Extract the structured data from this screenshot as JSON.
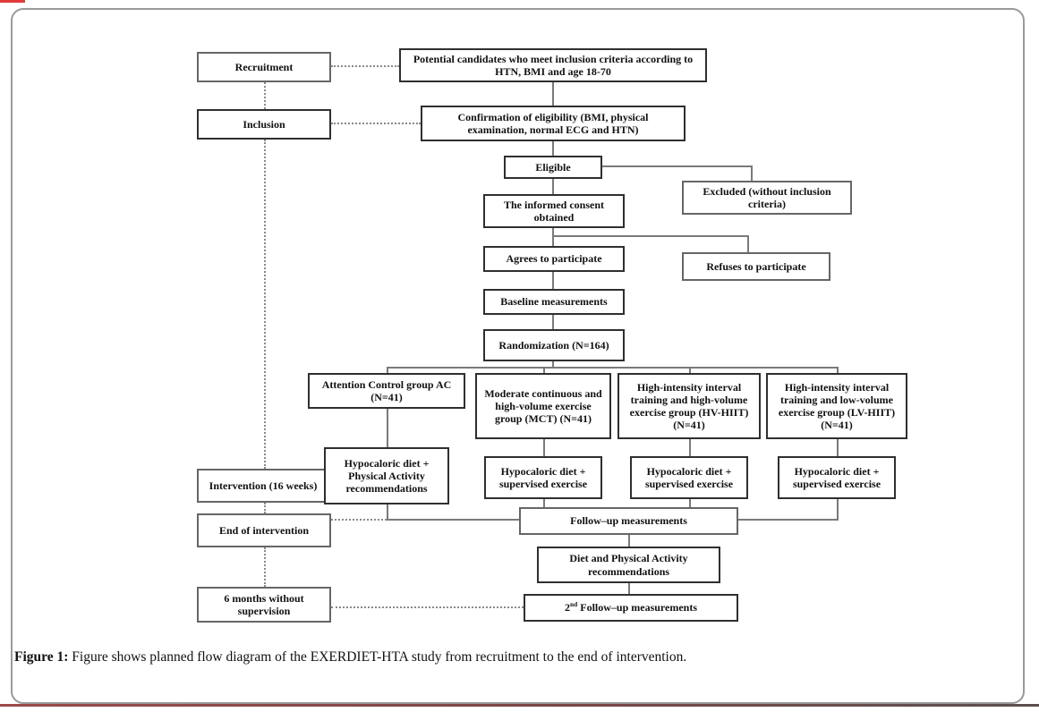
{
  "colors": {
    "accent_red": "#e03a3a",
    "bottom_rule": "#7a4646",
    "box_border": "#2f2f2f",
    "connector_gray": "#7a7a7a",
    "frame_gray": "#9a9a9a"
  },
  "stages": {
    "recruitment": "Recruitment",
    "inclusion": "Inclusion",
    "intervention": "Intervention (16 weeks)",
    "end_of_intervention": "End of intervention",
    "six_months": "6 months without supervision"
  },
  "nodes": {
    "potential_candidates": "Potential candidates who meet inclusion criteria according to HTN, BMI and age 18-70",
    "confirmation": "Confirmation of eligibility (BMI, physical examination, normal ECG and HTN)",
    "eligible": "Eligible",
    "excluded": "Excluded (without inclusion criteria)",
    "informed_consent": "The informed consent obtained",
    "agrees": "Agrees to participate",
    "refuses": "Refuses to participate",
    "baseline": "Baseline measurements",
    "randomization": "Randomization (N=164)",
    "group_ac": "Attention Control group AC (N=41)",
    "group_mct": "Moderate continuous and high-volume exercise group (MCT) (N=41)",
    "group_hv_hiit": "High-intensity interval training and high-volume exercise group (HV-HIIT) (N=41)",
    "group_lv_hiit": "High-intensity interval training and low-volume exercise group (LV-HIIT) (N=41)",
    "diet_ac": "Hypocaloric diet + Physical Activity recommendations",
    "diet_mct": "Hypocaloric diet + supervised exercise",
    "diet_hv": "Hypocaloric diet + supervised exercise",
    "diet_lv": "Hypocaloric diet + supervised exercise",
    "followup": "Follow–up measurements",
    "diet_pa_recommendations": "Diet and Physical Activity recommendations",
    "second_followup_prefix": "2",
    "second_followup_sup": "nd",
    "second_followup_label": " Follow–up measurements"
  },
  "caption": {
    "label": "Figure 1:",
    "text": " Figure shows planned flow diagram of the EXERDIET-HTA study from recruitment to the end of intervention."
  }
}
